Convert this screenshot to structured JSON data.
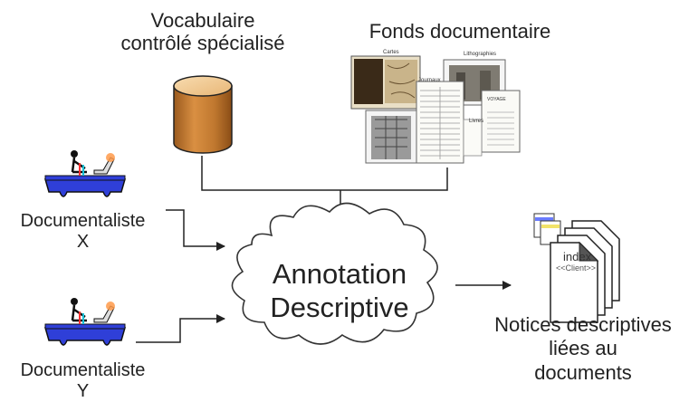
{
  "labels": {
    "vocabulary_line1": "Vocabulaire",
    "vocabulary_line2": "contrôlé spécialisé",
    "fonds": "Fonds documentaire",
    "documentalist_x_line1": "Documentaliste",
    "documentalist_x_line2": "X",
    "documentalist_y_line1": "Documentaliste",
    "documentalist_y_line2": "Y",
    "annotation_line1": "Annotation",
    "annotation_line2": "Descriptive",
    "notices_line1": "Notices descriptives",
    "notices_line2": "liées au",
    "notices_line3": "documents"
  },
  "collage_labels": {
    "cartes": "Cartes",
    "lithographies": "Lithographies",
    "journaux": "Journaux",
    "livres": "Livres",
    "voyage": "VOYAGE"
  },
  "output_document": {
    "title": "index",
    "subtitle": "<<Client>>"
  },
  "colors": {
    "cylinder_top": "#f3c992",
    "cylinder_body": "#c0782f",
    "desk": "#2f3fd8",
    "cloud_outline": "#333333",
    "arrow": "#222222"
  },
  "icons": {
    "database": "cylinder-icon",
    "person_at_desk": "documentalist-icon",
    "documents": "document-stack-icon",
    "cloud": "cloud-shape"
  }
}
